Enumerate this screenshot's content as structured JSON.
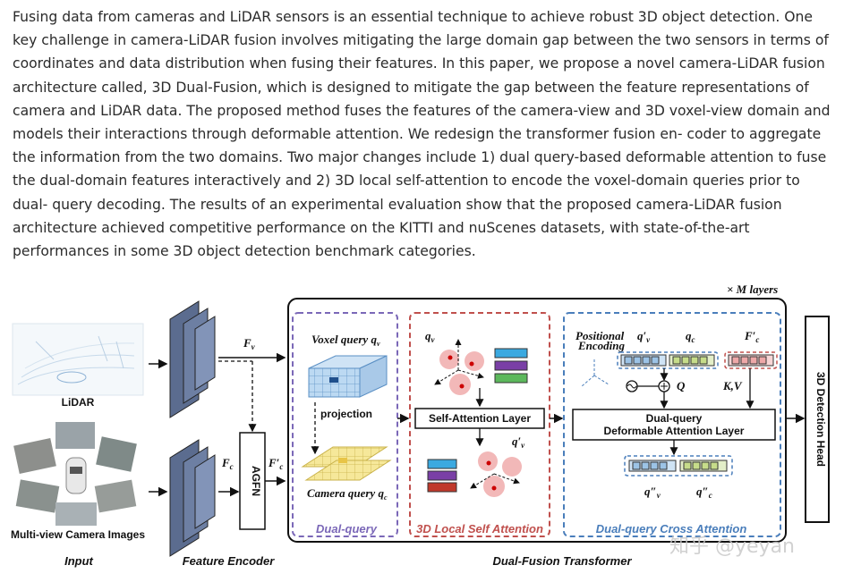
{
  "abstract": {
    "text": "Fusing data from cameras and LiDAR sensors is an essential technique to achieve robust 3D object detection. One key challenge in camera-LiDAR fusion involves mitigating the large domain gap between the two sensors in terms of coordinates and data distribution when fusing their features. In this paper, we propose a novel camera-LiDAR fusion architecture called, 3D Dual-Fusion, which is designed to mitigate the gap between the feature representations of camera and LiDAR data. The proposed method fuses the features of the camera-view and 3D voxel-view domain and models their interactions through deformable attention. We redesign the transformer fusion en- coder to aggregate the information from the two domains. Two major changes include 1) dual query-based deformable attention to fuse the dual-domain features interactively and 2) 3D local self-attention to encode the voxel-domain queries prior to dual- query decoding. The results of an experimental evaluation show that the proposed camera-LiDAR fusion architecture achieved competitive performance on the KITTI and nuScenes datasets, with state-of-the-art performances in some 3D object detection benchmark categories."
  },
  "figure": {
    "layers_label": "× M layers",
    "lidar_label": "LiDAR",
    "camera_label": "Multi-view Camera Images",
    "fv": "F",
    "fv_sub": "v",
    "fc": "F",
    "fc_sub": "c",
    "fcp": "F′",
    "fcp_sub": "c",
    "agfn": "AGFN",
    "voxel_query": "Voxel query q",
    "voxel_query_sub": "v",
    "projection": "projection",
    "camera_query": "Camera query q",
    "camera_query_sub": "c",
    "dual_query_caption": "Dual-query",
    "qv_sa": "q",
    "qv_sa_sub": "v",
    "self_attention": "Self-Attention Layer",
    "qvp_sa": "q′",
    "qvp_sa_sub": "v",
    "local_sa_caption": "3D Local Self Attention",
    "positional": "Positional",
    "encoding": "Encoding",
    "qvp": "q′",
    "qvp_sub": "v",
    "qc": "q",
    "qc_sub": "c",
    "fcp2": "F′",
    "fcp2_sub": "c",
    "q_label": "Q",
    "kv_label": "K,V",
    "dqdal_line1": "Dual-query",
    "dqdal_line2": "Deformable Attention Layer",
    "qvpp": "q″",
    "qvpp_sub": "v",
    "qcpp": "q″",
    "qcpp_sub": "c",
    "cross_caption": "Dual-query Cross Attention",
    "detection_head": "3D Detection Head",
    "input_caption": "Input",
    "encoder_caption": "Feature Encoder",
    "transformer_caption": "Dual-Fusion Transformer",
    "watermark": "知乎 @yeyan"
  },
  "colors": {
    "purple": "#7b68b8",
    "red": "#c0504d",
    "blue": "#4a7ebb",
    "encoder": "#5b6c8f",
    "grid_blue": "#9cc3e6",
    "grid_yellow": "#f5e38a"
  }
}
